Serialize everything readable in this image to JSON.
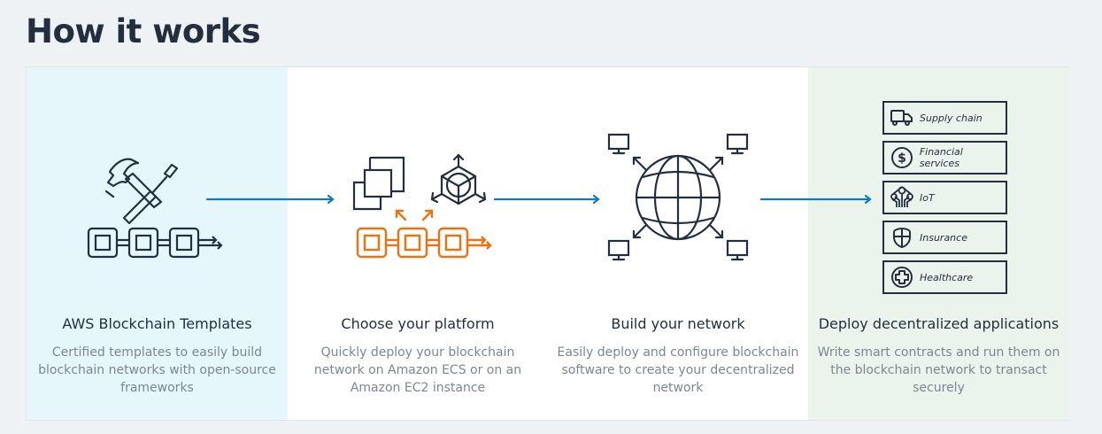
{
  "page": {
    "title": "How it works"
  },
  "colors": {
    "dark": "#232f3e",
    "orange": "#ec7211",
    "arrow_blue": "#0f7ac4",
    "panel1_bg": "#e5f7fb",
    "panel4_bg": "#eaf4ec",
    "desc_gray": "#7d8690"
  },
  "steps": [
    {
      "title": "AWS Blockchain Templates",
      "description": "Certified templates to easily build blockchain networks with open-source frameworks",
      "icons": [
        "hammer-icon",
        "screwdriver-icon",
        "blockchain-icon"
      ]
    },
    {
      "title": "Choose your platform",
      "description": "Quickly deploy your blockchain network on Amazon ECS or on an Amazon EC2 instance",
      "icons": [
        "ec2-instances-icon",
        "ecs-container-icon",
        "blockchain-icon"
      ]
    },
    {
      "title": "Build your network",
      "description": "Easily deploy and configure blockchain software to create your decentralized network",
      "icons": [
        "globe-icon",
        "monitor-icon"
      ]
    },
    {
      "title": "Deploy decentralized applications",
      "description": "Write smart contracts and run them on the blockchain network to transact securely",
      "use_cases": [
        {
          "label": "Supply chain",
          "icon": "truck-icon"
        },
        {
          "label": "Financial services",
          "icon": "dollar-icon"
        },
        {
          "label": "IoT",
          "icon": "iot-icon"
        },
        {
          "label": "Insurance",
          "icon": "shield-icon"
        },
        {
          "label": "Healthcare",
          "icon": "medical-cross-icon"
        }
      ]
    }
  ]
}
